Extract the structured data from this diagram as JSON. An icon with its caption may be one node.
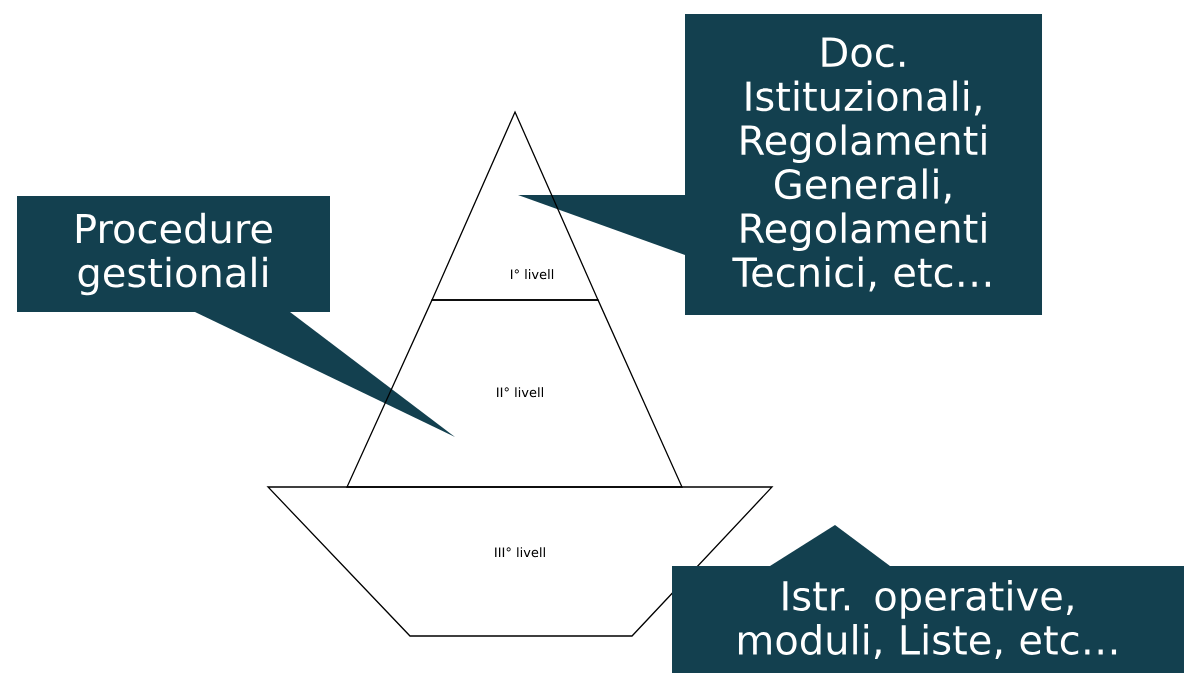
{
  "diagram": {
    "nodes": [
      {
        "text": [
          "Doc. Istituzionali, Regolamenti Generali, Regolamenti Tecnici, etc…"
        ]
      },
      {
        "text": [
          "Procedure gestionali"
        ]
      },
      {
        "text": [
          "I° livell"
        ]
      },
      {
        "text": [
          "II° livell"
        ]
      },
      {
        "text": [
          "III° livell"
        ]
      },
      {
        "text": [
          "Istr. operative, moduli, Liste, etc…"
        ]
      }
    ]
  }
}
